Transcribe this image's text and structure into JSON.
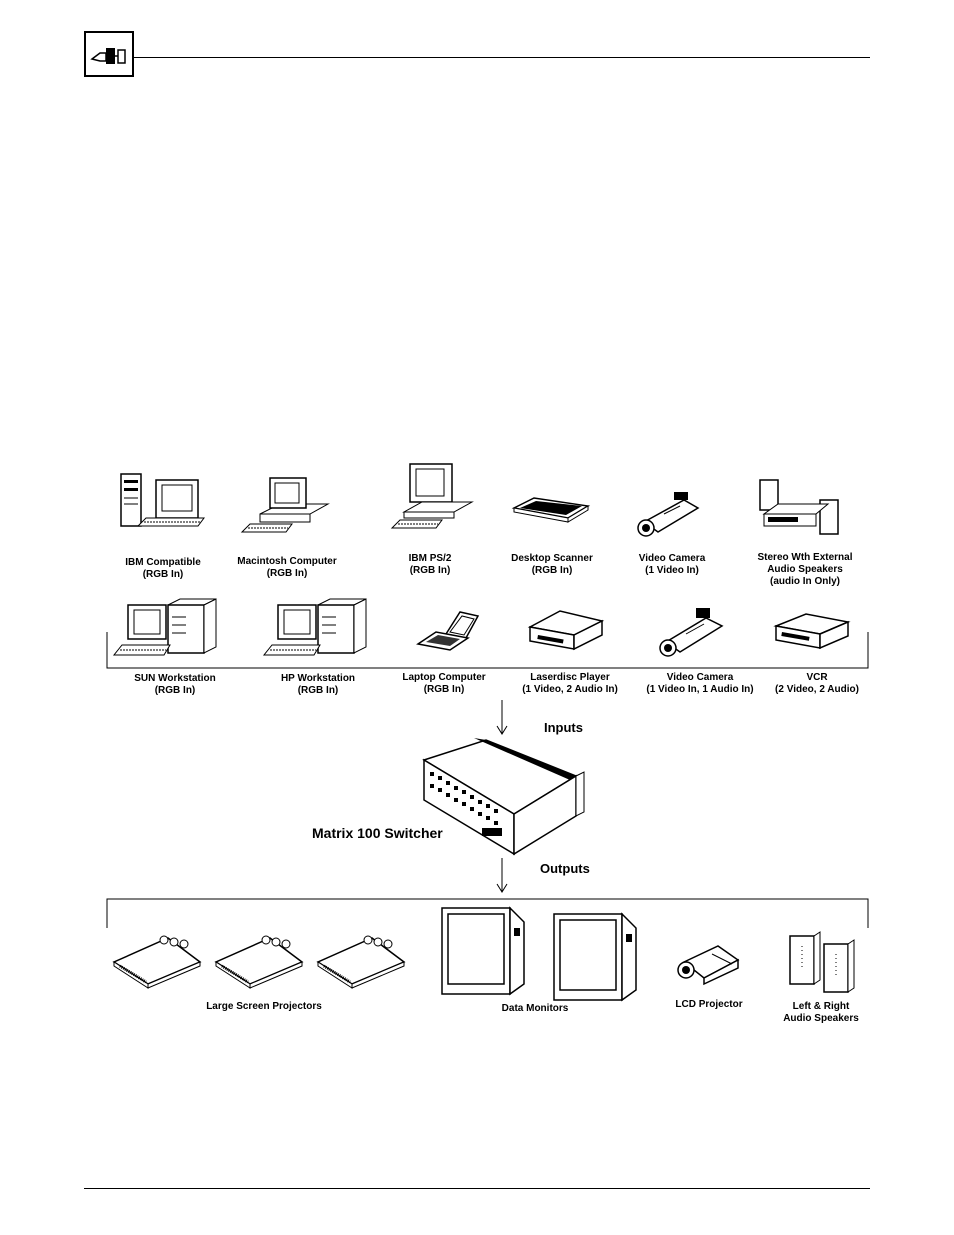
{
  "header": {
    "icon": "connector-pictogram-icon"
  },
  "diagram": {
    "inputs_row1": [
      {
        "name": "IBM Compatible",
        "sub": "(RGB In)"
      },
      {
        "name": "Macintosh Computer",
        "sub": "(RGB In)"
      },
      {
        "name": "IBM PS/2",
        "sub": "(RGB In)"
      },
      {
        "name": "Desktop Scanner",
        "sub": "(RGB In)"
      },
      {
        "name": "Video Camera",
        "sub": "(1 Video In)"
      },
      {
        "name": "Stereo Wth External",
        "sub": "Audio Speakers",
        "sub2": "(audio In Only)"
      }
    ],
    "inputs_row2": [
      {
        "name": "SUN Workstation",
        "sub": "(RGB In)"
      },
      {
        "name": "HP  Workstation",
        "sub": "(RGB In)"
      },
      {
        "name": "Laptop Computer",
        "sub": "(RGB  In)"
      },
      {
        "name": "Laserdisc Player",
        "sub": "(1 Video, 2 Audio In)"
      },
      {
        "name": "Video Camera",
        "sub": "(1 Video In, 1 Audio In)"
      },
      {
        "name": "VCR",
        "sub": "(2 Video, 2 Audio)"
      }
    ],
    "inputs_label": "Inputs",
    "switcher_label": "Matrix 100 Switcher",
    "outputs_label": "Outputs",
    "outputs": [
      {
        "name": "Large Screen Projectors"
      },
      {
        "name": "Data Monitors"
      },
      {
        "name": "LCD Projector"
      },
      {
        "name": "Left & Right",
        "sub": "Audio Speakers"
      }
    ]
  }
}
